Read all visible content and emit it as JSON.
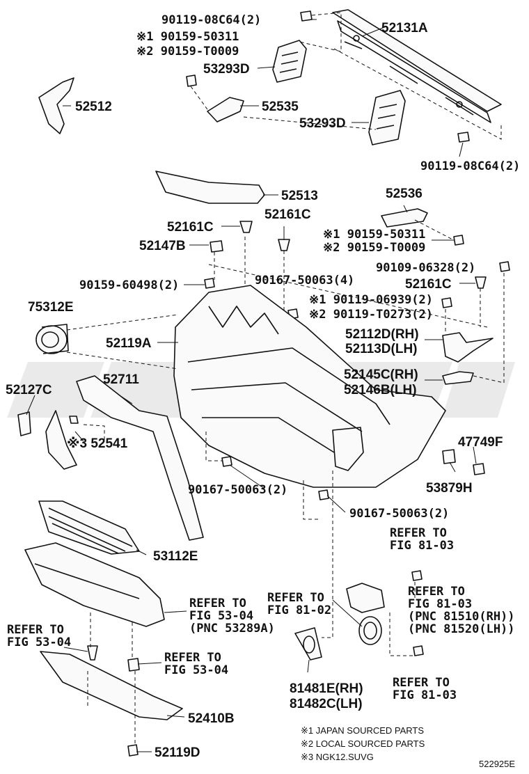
{
  "labels": {
    "p_90119_08c64_top": "90119-08C64(2)",
    "p_52131a": "52131A",
    "p_90159_50311_top": "※1 90159-50311",
    "p_90159_t0009_top": "※2 90159-T0009",
    "p_53293d_top": "53293D",
    "p_52512": "52512",
    "p_52535": "52535",
    "p_53293d_bottom": "53293D",
    "p_90119_08c64_bottom": "90119-08C64(2)",
    "p_52513": "52513",
    "p_52536": "52536",
    "p_52161c_center": "52161C",
    "p_52161c_left": "52161C",
    "p_90159_50311_right": "※1 90159-50311",
    "p_52147b": "52147B",
    "p_90159_t0009_right": "※2 90159-T0009",
    "p_90109_06328": "90109-06328(2)",
    "p_90159_60498": "90159-60498(2)",
    "p_90167_50063_4": "90167-50063(4)",
    "p_52161c_right": "52161C",
    "p_75312e": "75312E",
    "p_90119_06939": "※1 90119-06939(2)",
    "p_90119_t0273": "※2 90119-T0273(2)",
    "p_52119a": "52119A",
    "p_52112d": "52112D(RH)",
    "p_52113d": "52113D(LH)",
    "p_52711": "52711",
    "p_52127c": "52127C",
    "p_52145c": "52145C(RH)",
    "p_52146b": "52146B(LH)",
    "p_52541": "※3 52541",
    "p_47749f": "47749F",
    "p_53879h": "53879H",
    "p_90167_50063_2a": "90167-50063(2)",
    "p_90167_50063_2b": "90167-50063(2)",
    "p_53112e": "53112E",
    "p_81481e": "81481E(RH)",
    "p_81482c": "81482C(LH)",
    "p_52410b": "52410B",
    "p_52119d": "52119D"
  },
  "references": {
    "ref_81_03_top": [
      "REFER TO",
      "FIG 81-03"
    ],
    "ref_81_03_mid": [
      "REFER TO",
      "FIG 81-03",
      "(PNC 81510(RH))",
      "(PNC 81520(LH))"
    ],
    "ref_81_02": [
      "REFER TO",
      "FIG 81-02"
    ],
    "ref_53_04_pnc": [
      "REFER TO",
      "FIG 53-04",
      "(PNC 53289A)"
    ],
    "ref_53_04_left": [
      "REFER TO",
      "FIG 53-04"
    ],
    "ref_53_04_center": [
      "REFER TO",
      "FIG 53-04"
    ],
    "ref_81_03_bottom": [
      "REFER TO",
      "FIG 81-03"
    ]
  },
  "notes": [
    "※1 JAPAN SOURCED PARTS",
    "※2 LOCAL SOURCED PARTS",
    "※3 NGK12.SUVG"
  ],
  "figure_id": "522925E",
  "colors": {
    "line": "#111111",
    "watermark": "#d9d9d9",
    "background": "#ffffff"
  }
}
